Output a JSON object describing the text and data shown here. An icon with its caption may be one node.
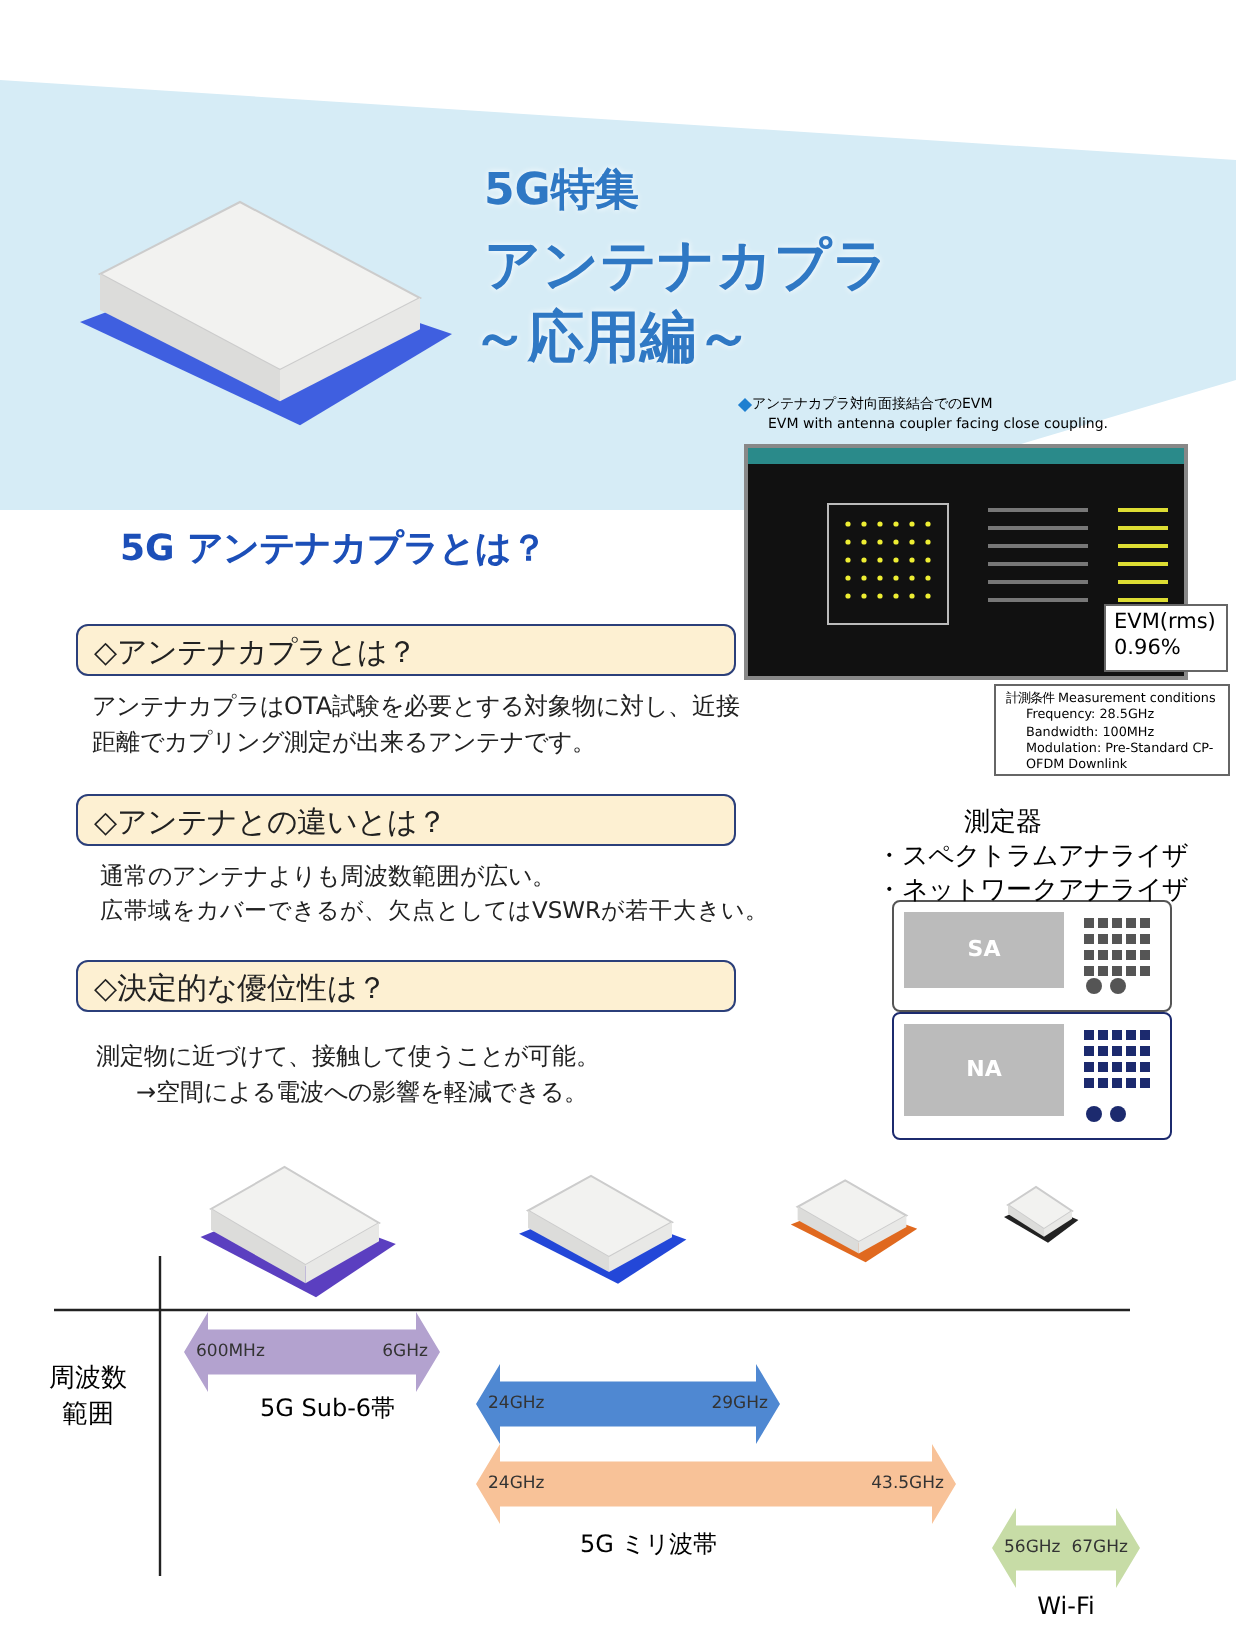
{
  "diagram": {
    "nodes": [
      {
        "text": [],
        "shape": "picture"
      },
      {
        "text": [],
        "shape": "picture",
        "beside": [
          "アンテナカプラ対向面接結合でのEVM",
          "EVM with antenna coupler facing close coupling."
        ]
      },
      {
        "text": [
          "EVM(rms) 0.96%"
        ]
      },
      {
        "text": [
          "計測条件 Measurement conditions",
          "Frequency: 28.5GHz",
          "Bandwidth: 100MHz",
          "Modulation: Pre-Standard CP-OFDM Downlink"
        ]
      },
      {
        "text": [
          "◇アンテナカプラとは？"
        ]
      },
      {
        "text": [
          "◇アンテナとの違いとは？"
        ]
      },
      {
        "text": [
          "◇決定的な優位性は？"
        ]
      },
      {
        "text": [
          "SA"
        ]
      },
      {
        "text": [
          "NA"
        ]
      },
      {
        "text": [],
        "shape": "picture"
      },
      {
        "text": [],
        "shape": "picture"
      },
      {
        "text": [],
        "shape": "picture"
      },
      {
        "text": [],
        "shape": "picture"
      },
      {
        "text": [
          "600MHz",
          "6GHz"
        ],
        "beside": [
          "5G Sub-6帯"
        ]
      },
      {
        "text": [
          "24GHz",
          "29GHz"
        ]
      },
      {
        "text": [
          "24GHz",
          "43.5GHz"
        ],
        "beside": [
          "5G ミリ波帯"
        ]
      },
      {
        "text": [
          "56GHz",
          "67GHz"
        ],
        "beside": [
          "Wi-Fi"
        ]
      }
    ],
    "labels": [
      "5G特集",
      "アンテナカプラ",
      "～応用編～",
      "5G アンテナカプラとは？",
      "アンテナカプラはOTA試験を必要とする対象物に対し、近接距離でカプリング測定が出来るアンテナです。",
      "通常のアンテナよりも周波数範囲が広い。",
      "広帯域をカバーできるが、欠点としてはVSWRが若干大きい。",
      "測定物に近づけて、接触して使うことが可能。",
      "→空間による電波への影響を軽減できる。",
      "測定器",
      "・スペクトラムアナライザ",
      "・ネットワークアナライザ",
      "周波数範囲"
    ]
  }
}
